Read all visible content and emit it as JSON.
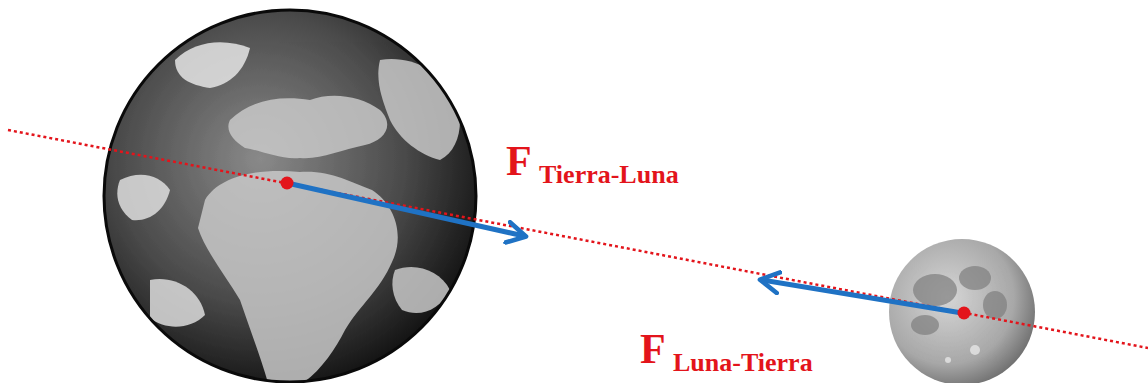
{
  "diagram": {
    "labels": [
      "F",
      "Tierra-Luna",
      "F",
      "Luna-Tierra"
    ]
  }
}
